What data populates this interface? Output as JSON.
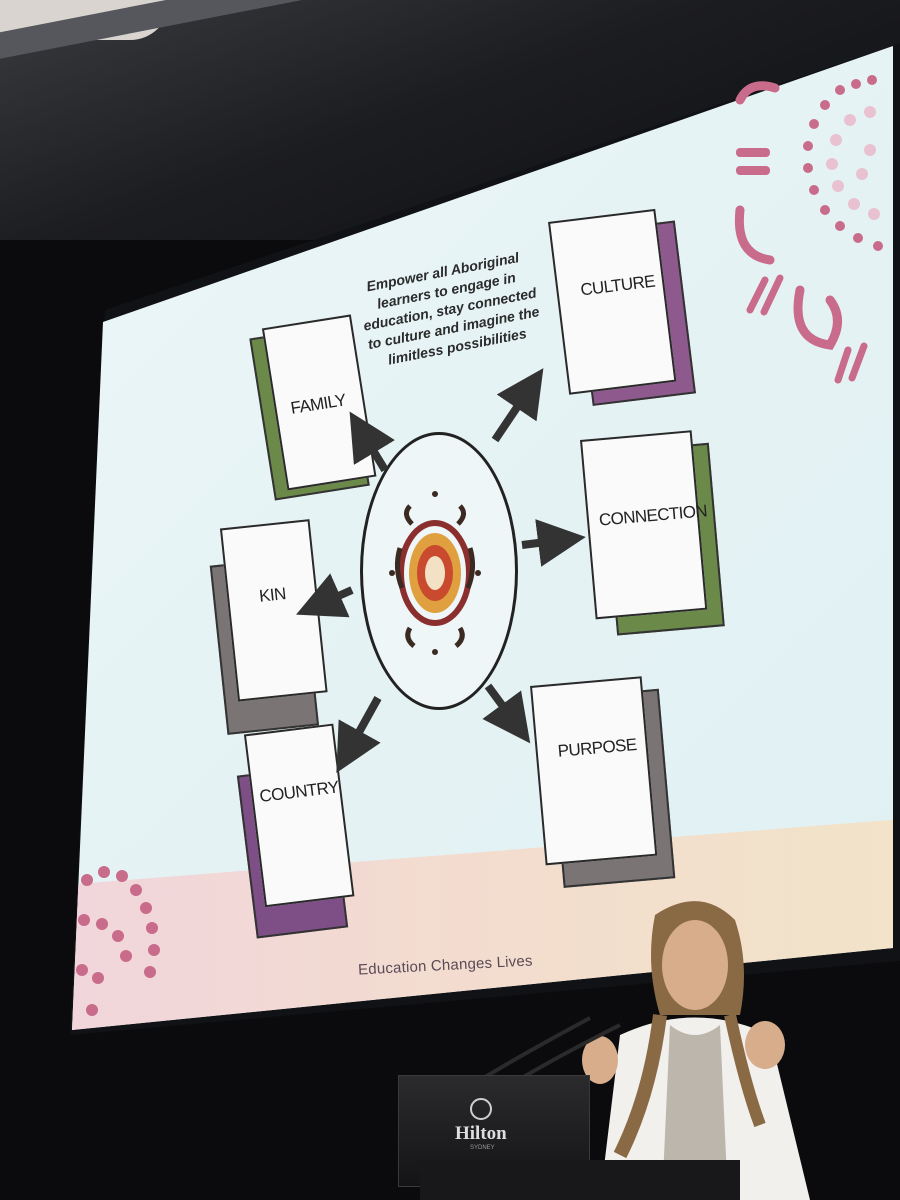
{
  "slide": {
    "mission": "Empower all Aboriginal learners to engage in education, stay connected to culture and imagine the limitless possibilities",
    "footer": "Education Changes Lives",
    "cards": [
      {
        "id": "family",
        "label": "FAMILY",
        "back_color": "#6b8a4a"
      },
      {
        "id": "culture",
        "label": "CULTURE",
        "back_color": "#8e5a8e"
      },
      {
        "id": "connection",
        "label": "CONNECTION",
        "back_color": "#6b8a4a"
      },
      {
        "id": "kin",
        "label": "KIN",
        "back_color": "#7a7474"
      },
      {
        "id": "purpose",
        "label": "PURPOSE",
        "back_color": "#7a7474"
      },
      {
        "id": "country",
        "label": "COUNTRY",
        "back_color": "#7e4f86"
      }
    ]
  },
  "podium": {
    "brand": "Hilton",
    "sub": "SYDNEY"
  },
  "colors": {
    "slide_bg": "#e6f3f5",
    "dot_pink": "#c96b8a",
    "dot_light": "#e8c2d0",
    "green": "#6b8a4a",
    "purple": "#8e5a8e",
    "grey": "#7a7474"
  },
  "icons": [
    "aboriginal-dot-art-icon",
    "arrow-icon",
    "microphone-icon"
  ]
}
